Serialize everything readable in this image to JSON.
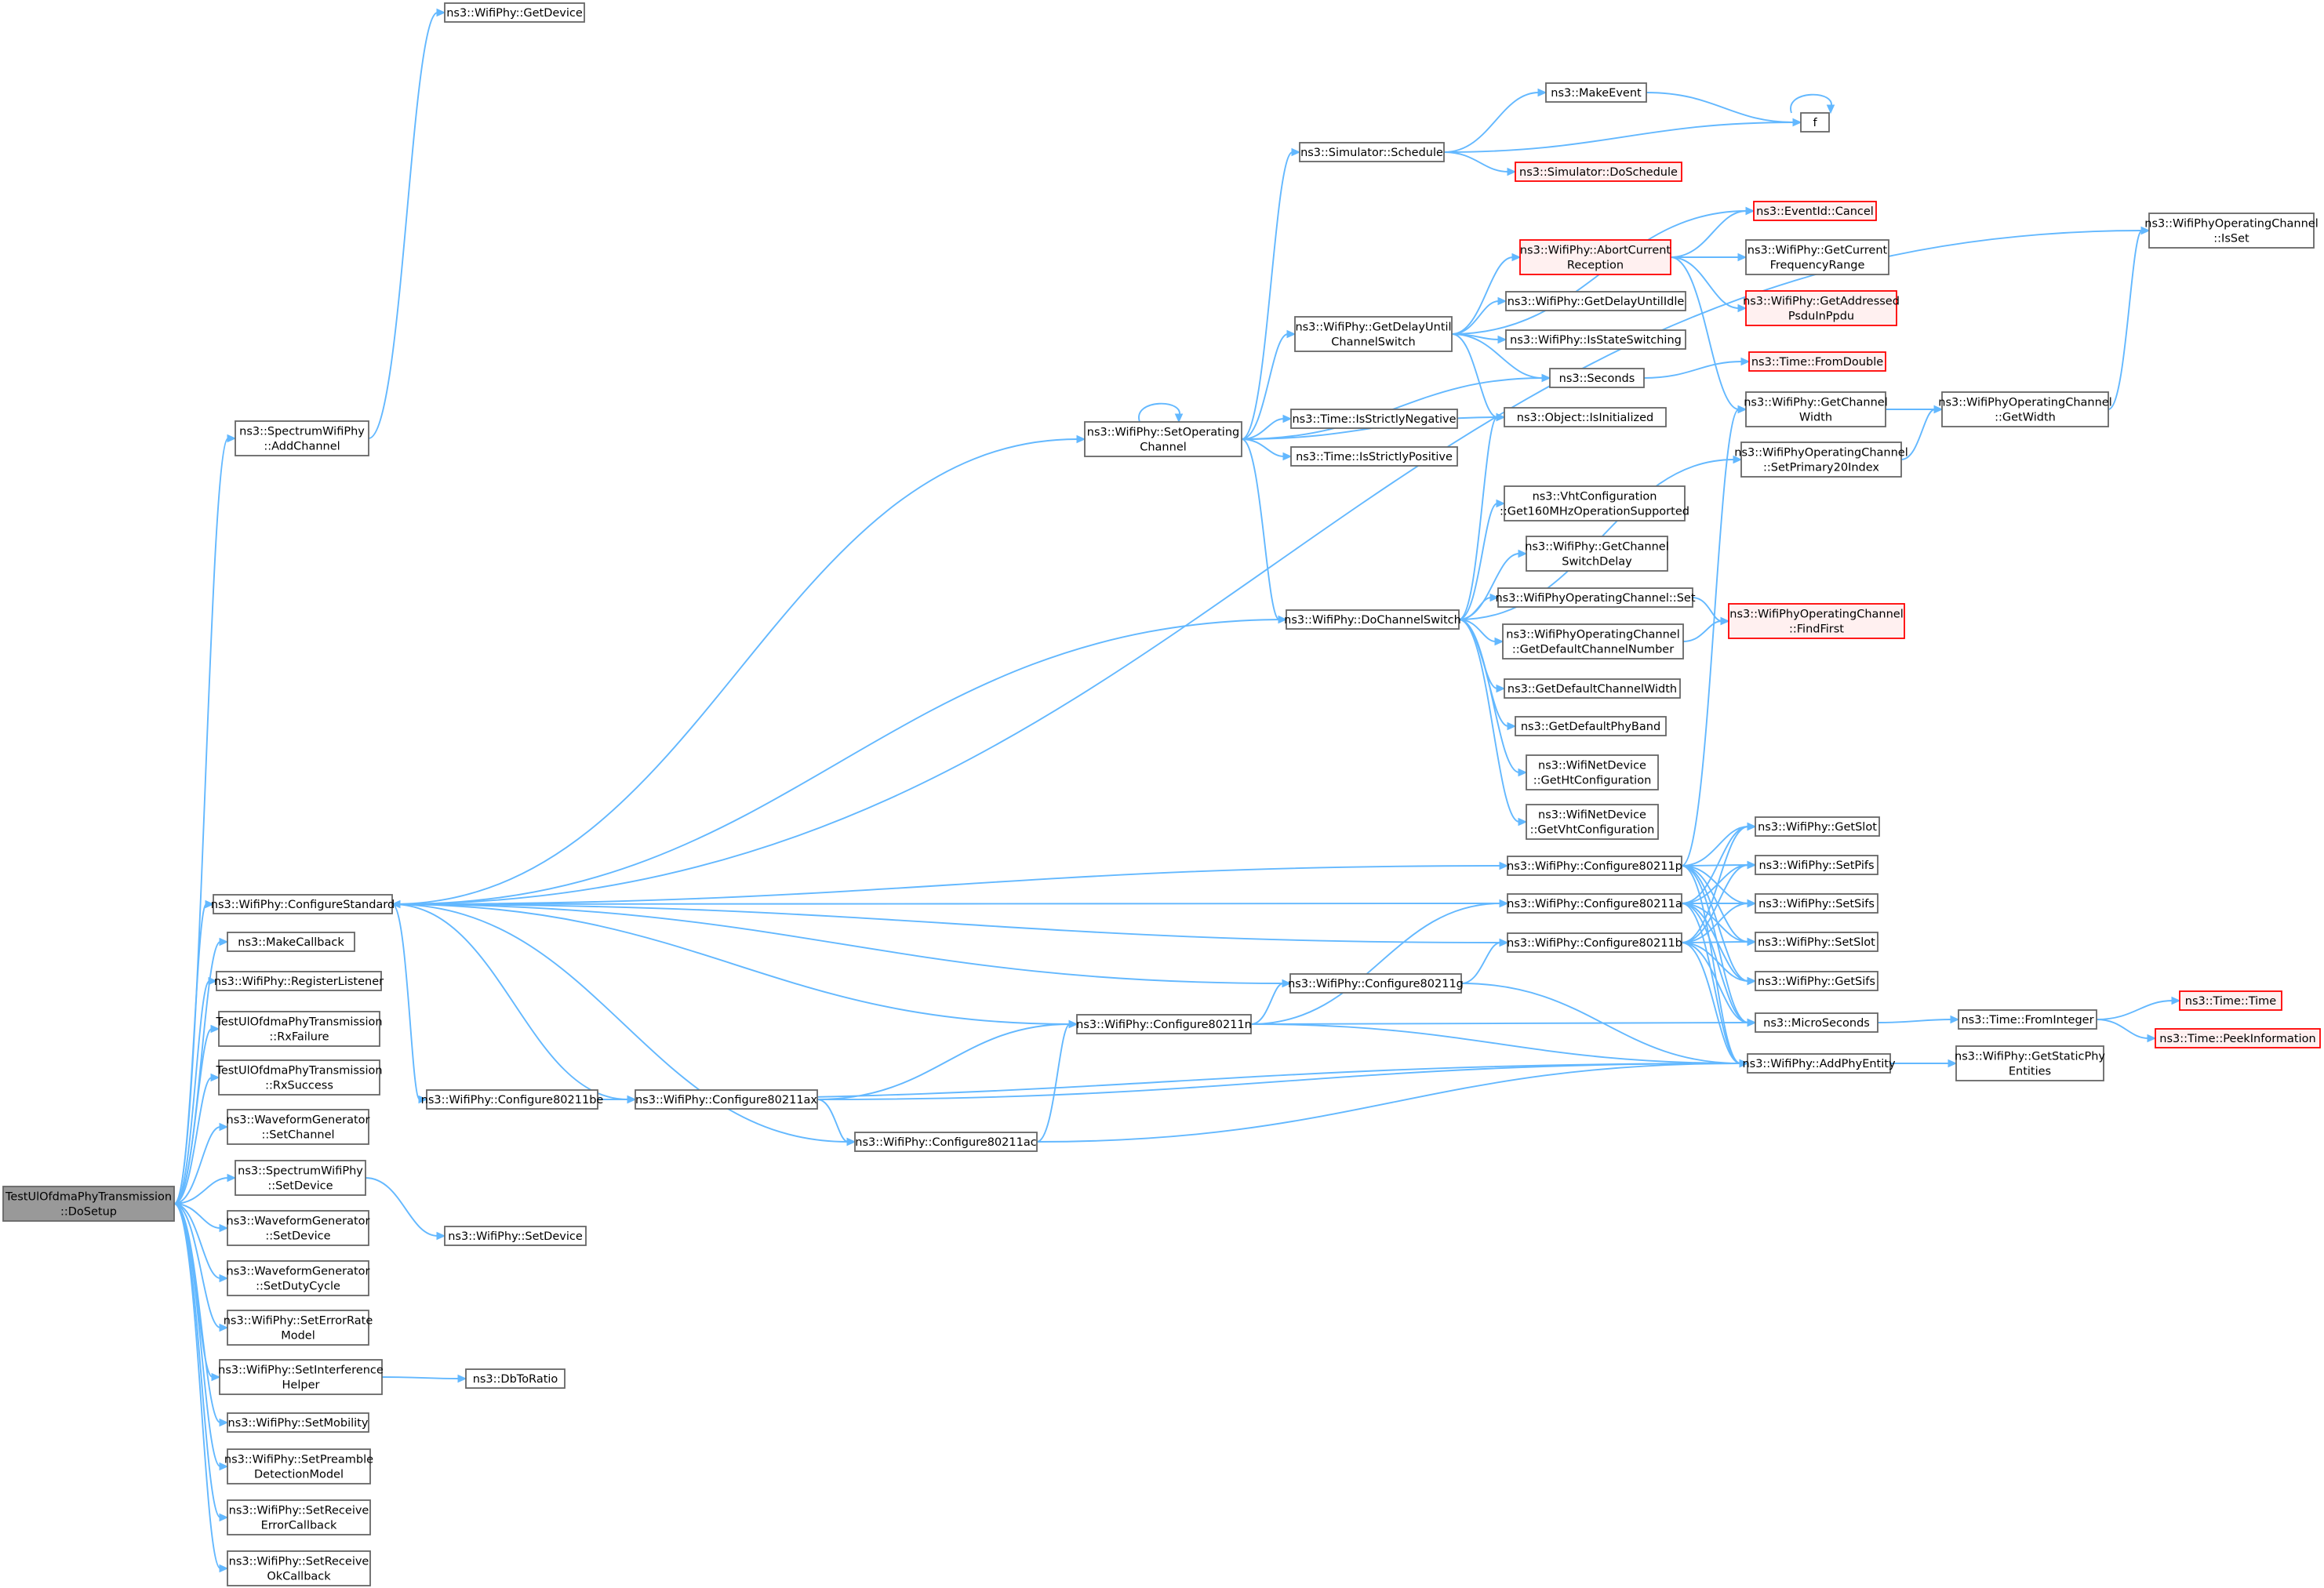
{
  "diagram": {
    "type": "call-graph",
    "colors": {
      "edge": "#63b8ff",
      "node_border": "#666666",
      "root_fill": "#999999",
      "truncated_border": "#ff0000",
      "truncated_fill": "#fff0f0"
    },
    "nodes": [
      {
        "id": "root",
        "lines": [
          "TestUlOfdmaPhyTransmission",
          "::DoSetup"
        ],
        "style": "root"
      },
      {
        "id": "getdevice",
        "lines": [
          "ns3::WifiPhy::GetDevice"
        ]
      },
      {
        "id": "addchannel",
        "lines": [
          "ns3::SpectrumWifiPhy",
          "::AddChannel"
        ]
      },
      {
        "id": "configstd",
        "lines": [
          "ns3::WifiPhy::ConfigureStandard"
        ]
      },
      {
        "id": "makecallback",
        "lines": [
          "ns3::MakeCallback"
        ]
      },
      {
        "id": "reglistener",
        "lines": [
          "ns3::WifiPhy::RegisterListener"
        ]
      },
      {
        "id": "rxfailure",
        "lines": [
          "TestUlOfdmaPhyTransmission",
          "::RxFailure"
        ]
      },
      {
        "id": "rxsuccess",
        "lines": [
          "TestUlOfdmaPhyTransmission",
          "::RxSuccess"
        ]
      },
      {
        "id": "wg_setchannel",
        "lines": [
          "ns3::WaveformGenerator",
          "::SetChannel"
        ]
      },
      {
        "id": "swp_setdevice",
        "lines": [
          "ns3::SpectrumWifiPhy",
          "::SetDevice"
        ]
      },
      {
        "id": "wg_setdevice",
        "lines": [
          "ns3::WaveformGenerator",
          "::SetDevice"
        ]
      },
      {
        "id": "wg_setduty",
        "lines": [
          "ns3::WaveformGenerator",
          "::SetDutyCycle"
        ]
      },
      {
        "id": "seterrrate",
        "lines": [
          "ns3::WifiPhy::SetErrorRate",
          "Model"
        ]
      },
      {
        "id": "setinterf",
        "lines": [
          "ns3::WifiPhy::SetInterference",
          "Helper"
        ]
      },
      {
        "id": "setmobility",
        "lines": [
          "ns3::WifiPhy::SetMobility"
        ]
      },
      {
        "id": "setpreamble",
        "lines": [
          "ns3::WifiPhy::SetPreamble",
          "DetectionModel"
        ]
      },
      {
        "id": "setrxerr",
        "lines": [
          "ns3::WifiPhy::SetReceive",
          "ErrorCallback"
        ]
      },
      {
        "id": "setrxok",
        "lines": [
          "ns3::WifiPhy::SetReceive",
          "OkCallback"
        ]
      },
      {
        "id": "wp_setdevice",
        "lines": [
          "ns3::WifiPhy::SetDevice"
        ]
      },
      {
        "id": "dbtoratio",
        "lines": [
          "ns3::DbToRatio"
        ]
      },
      {
        "id": "cfg_be",
        "lines": [
          "ns3::WifiPhy::Configure80211be"
        ]
      },
      {
        "id": "cfg_ax",
        "lines": [
          "ns3::WifiPhy::Configure80211ax"
        ]
      },
      {
        "id": "cfg_ac",
        "lines": [
          "ns3::WifiPhy::Configure80211ac"
        ]
      },
      {
        "id": "cfg_n",
        "lines": [
          "ns3::WifiPhy::Configure80211n"
        ]
      },
      {
        "id": "setopch",
        "lines": [
          "ns3::WifiPhy::SetOperating",
          "Channel"
        ]
      },
      {
        "id": "schedule",
        "lines": [
          "ns3::Simulator::Schedule"
        ]
      },
      {
        "id": "getdelay",
        "lines": [
          "ns3::WifiPhy::GetDelayUntil",
          "ChannelSwitch"
        ]
      },
      {
        "id": "isneg",
        "lines": [
          "ns3::Time::IsStrictlyNegative"
        ]
      },
      {
        "id": "ispos",
        "lines": [
          "ns3::Time::IsStrictlyPositive"
        ]
      },
      {
        "id": "dochswitch",
        "lines": [
          "ns3::WifiPhy::DoChannelSwitch"
        ]
      },
      {
        "id": "cfg_g",
        "lines": [
          "ns3::WifiPhy::Configure80211g"
        ]
      },
      {
        "id": "makeevent",
        "lines": [
          "ns3::MakeEvent"
        ]
      },
      {
        "id": "doschedule",
        "lines": [
          "ns3::Simulator::DoSchedule"
        ],
        "style": "red"
      },
      {
        "id": "abortrx",
        "lines": [
          "ns3::WifiPhy::AbortCurrent",
          "Reception"
        ],
        "style": "red"
      },
      {
        "id": "getdelayidle",
        "lines": [
          "ns3::WifiPhy::GetDelayUntilIdle"
        ]
      },
      {
        "id": "isswitching",
        "lines": [
          "ns3::WifiPhy::IsStateSwitching"
        ]
      },
      {
        "id": "seconds",
        "lines": [
          "ns3::Seconds"
        ]
      },
      {
        "id": "isinit",
        "lines": [
          "ns3::Object::IsInitialized"
        ]
      },
      {
        "id": "vht160",
        "lines": [
          "ns3::VhtConfiguration",
          "::Get160MHzOperationSupported"
        ]
      },
      {
        "id": "getswdelay",
        "lines": [
          "ns3::WifiPhy::GetChannel",
          "SwitchDelay"
        ]
      },
      {
        "id": "opch_set",
        "lines": [
          "ns3::WifiPhyOperatingChannel::Set"
        ]
      },
      {
        "id": "getdefchnum",
        "lines": [
          "ns3::WifiPhyOperatingChannel",
          "::GetDefaultChannelNumber"
        ]
      },
      {
        "id": "getdefchw",
        "lines": [
          "ns3::GetDefaultChannelWidth"
        ]
      },
      {
        "id": "getdefband",
        "lines": [
          "ns3::GetDefaultPhyBand"
        ]
      },
      {
        "id": "getht",
        "lines": [
          "ns3::WifiNetDevice",
          "::GetHtConfiguration"
        ]
      },
      {
        "id": "getvht",
        "lines": [
          "ns3::WifiNetDevice",
          "::GetVhtConfiguration"
        ]
      },
      {
        "id": "cfg_p",
        "lines": [
          "ns3::WifiPhy::Configure80211p"
        ]
      },
      {
        "id": "cfg_a",
        "lines": [
          "ns3::WifiPhy::Configure80211a"
        ]
      },
      {
        "id": "cfg_b",
        "lines": [
          "ns3::WifiPhy::Configure80211b"
        ]
      },
      {
        "id": "f",
        "lines": [
          "f"
        ]
      },
      {
        "id": "cancel",
        "lines": [
          "ns3::EventId::Cancel"
        ],
        "style": "red"
      },
      {
        "id": "getfreqrange",
        "lines": [
          "ns3::WifiPhy::GetCurrent",
          "FrequencyRange"
        ]
      },
      {
        "id": "getaddressed",
        "lines": [
          "ns3::WifiPhy::GetAddressed",
          "PsduInPpdu"
        ],
        "style": "red"
      },
      {
        "id": "fromdouble",
        "lines": [
          "ns3::Time::FromDouble"
        ],
        "style": "red"
      },
      {
        "id": "getchwidth",
        "lines": [
          "ns3::WifiPhy::GetChannel",
          "Width"
        ]
      },
      {
        "id": "setprimary",
        "lines": [
          "ns3::WifiPhyOperatingChannel",
          "::SetPrimary20Index"
        ]
      },
      {
        "id": "findfirst",
        "lines": [
          "ns3::WifiPhyOperatingChannel",
          "::FindFirst"
        ],
        "style": "red"
      },
      {
        "id": "getslot",
        "lines": [
          "ns3::WifiPhy::GetSlot"
        ]
      },
      {
        "id": "setpifs",
        "lines": [
          "ns3::WifiPhy::SetPifs"
        ]
      },
      {
        "id": "setsifs",
        "lines": [
          "ns3::WifiPhy::SetSifs"
        ]
      },
      {
        "id": "setslot",
        "lines": [
          "ns3::WifiPhy::SetSlot"
        ]
      },
      {
        "id": "getsifs",
        "lines": [
          "ns3::WifiPhy::GetSifs"
        ]
      },
      {
        "id": "microseconds",
        "lines": [
          "ns3::MicroSeconds"
        ]
      },
      {
        "id": "addphyentity",
        "lines": [
          "ns3::WifiPhy::AddPhyEntity"
        ]
      },
      {
        "id": "opch_isset",
        "lines": [
          "ns3::WifiPhyOperatingChannel",
          "::IsSet"
        ]
      },
      {
        "id": "opch_getwidth",
        "lines": [
          "ns3::WifiPhyOperatingChannel",
          "::GetWidth"
        ]
      },
      {
        "id": "frominteger",
        "lines": [
          "ns3::Time::FromInteger"
        ]
      },
      {
        "id": "getstatic",
        "lines": [
          "ns3::WifiPhy::GetStaticPhy",
          "Entities"
        ]
      },
      {
        "id": "time_time",
        "lines": [
          "ns3::Time::Time"
        ],
        "style": "red"
      },
      {
        "id": "peekinfo",
        "lines": [
          "ns3::Time::PeekInformation"
        ],
        "style": "red"
      }
    ],
    "edges": [
      [
        "root",
        "addchannel"
      ],
      [
        "root",
        "configstd"
      ],
      [
        "root",
        "makecallback"
      ],
      [
        "root",
        "reglistener"
      ],
      [
        "root",
        "rxfailure"
      ],
      [
        "root",
        "rxsuccess"
      ],
      [
        "root",
        "wg_setchannel"
      ],
      [
        "root",
        "swp_setdevice"
      ],
      [
        "root",
        "wg_setdevice"
      ],
      [
        "root",
        "wg_setduty"
      ],
      [
        "root",
        "seterrrate"
      ],
      [
        "root",
        "setinterf"
      ],
      [
        "root",
        "setmobility"
      ],
      [
        "root",
        "setpreamble"
      ],
      [
        "root",
        "setrxerr"
      ],
      [
        "root",
        "setrxok"
      ],
      [
        "addchannel",
        "getdevice"
      ],
      [
        "swp_setdevice",
        "wp_setdevice"
      ],
      [
        "setinterf",
        "dbtoratio"
      ],
      [
        "configstd",
        "opch_isset"
      ],
      [
        "configstd",
        "setopch"
      ],
      [
        "configstd",
        "cfg_p"
      ],
      [
        "configstd",
        "cfg_a"
      ],
      [
        "configstd",
        "cfg_b"
      ],
      [
        "configstd",
        "cfg_g"
      ],
      [
        "configstd",
        "cfg_n"
      ],
      [
        "configstd",
        "cfg_be"
      ],
      [
        "configstd",
        "cfg_ax"
      ],
      [
        "configstd",
        "cfg_ac"
      ],
      [
        "cfg_be",
        "cfg_ax"
      ],
      [
        "cfg_be",
        "addphyentity"
      ],
      [
        "cfg_ax",
        "cfg_n"
      ],
      [
        "cfg_ax",
        "cfg_ac"
      ],
      [
        "cfg_ax",
        "addphyentity"
      ],
      [
        "cfg_ac",
        "cfg_n"
      ],
      [
        "cfg_ac",
        "addphyentity"
      ],
      [
        "cfg_n",
        "cfg_a"
      ],
      [
        "cfg_n",
        "cfg_g"
      ],
      [
        "cfg_n",
        "microseconds"
      ],
      [
        "cfg_n",
        "addphyentity"
      ],
      [
        "cfg_g",
        "cfg_b"
      ],
      [
        "cfg_g",
        "addphyentity"
      ],
      [
        "setopch",
        "setopch"
      ],
      [
        "setopch",
        "schedule"
      ],
      [
        "setopch",
        "getdelay"
      ],
      [
        "setopch",
        "seconds"
      ],
      [
        "setopch",
        "isneg"
      ],
      [
        "setopch",
        "ispos"
      ],
      [
        "setopch",
        "isinit"
      ],
      [
        "setopch",
        "dochswitch"
      ],
      [
        "schedule",
        "makeevent"
      ],
      [
        "schedule",
        "f"
      ],
      [
        "schedule",
        "doschedule"
      ],
      [
        "makeevent",
        "f"
      ],
      [
        "f",
        "f"
      ],
      [
        "getdelay",
        "cancel"
      ],
      [
        "getdelay",
        "abortrx"
      ],
      [
        "getdelay",
        "getdelayidle"
      ],
      [
        "getdelay",
        "isswitching"
      ],
      [
        "getdelay",
        "seconds"
      ],
      [
        "getdelay",
        "isinit"
      ],
      [
        "abortrx",
        "cancel"
      ],
      [
        "abortrx",
        "getfreqrange"
      ],
      [
        "abortrx",
        "getaddressed"
      ],
      [
        "abortrx",
        "getchwidth"
      ],
      [
        "seconds",
        "fromdouble"
      ],
      [
        "dochswitch",
        "configstd"
      ],
      [
        "dochswitch",
        "isinit"
      ],
      [
        "dochswitch",
        "setprimary"
      ],
      [
        "dochswitch",
        "vht160"
      ],
      [
        "dochswitch",
        "getswdelay"
      ],
      [
        "dochswitch",
        "opch_set"
      ],
      [
        "dochswitch",
        "getdefchnum"
      ],
      [
        "dochswitch",
        "getdefchw"
      ],
      [
        "dochswitch",
        "getdefband"
      ],
      [
        "dochswitch",
        "getht"
      ],
      [
        "dochswitch",
        "getvht"
      ],
      [
        "opch_set",
        "findfirst"
      ],
      [
        "getdefchnum",
        "findfirst"
      ],
      [
        "getchwidth",
        "opch_getwidth"
      ],
      [
        "setprimary",
        "opch_getwidth"
      ],
      [
        "opch_getwidth",
        "opch_isset"
      ],
      [
        "cfg_p",
        "getchwidth"
      ],
      [
        "cfg_p",
        "getslot"
      ],
      [
        "cfg_p",
        "setpifs"
      ],
      [
        "cfg_p",
        "setsifs"
      ],
      [
        "cfg_p",
        "setslot"
      ],
      [
        "cfg_p",
        "getsifs"
      ],
      [
        "cfg_p",
        "microseconds"
      ],
      [
        "cfg_p",
        "addphyentity"
      ],
      [
        "cfg_a",
        "getslot"
      ],
      [
        "cfg_a",
        "setpifs"
      ],
      [
        "cfg_a",
        "setsifs"
      ],
      [
        "cfg_a",
        "setslot"
      ],
      [
        "cfg_a",
        "getsifs"
      ],
      [
        "cfg_a",
        "microseconds"
      ],
      [
        "cfg_a",
        "addphyentity"
      ],
      [
        "cfg_b",
        "getslot"
      ],
      [
        "cfg_b",
        "setpifs"
      ],
      [
        "cfg_b",
        "setsifs"
      ],
      [
        "cfg_b",
        "setslot"
      ],
      [
        "cfg_b",
        "getsifs"
      ],
      [
        "cfg_b",
        "microseconds"
      ],
      [
        "cfg_b",
        "addphyentity"
      ],
      [
        "microseconds",
        "frominteger"
      ],
      [
        "frominteger",
        "time_time"
      ],
      [
        "frominteger",
        "peekinfo"
      ],
      [
        "addphyentity",
        "getstatic"
      ]
    ]
  }
}
